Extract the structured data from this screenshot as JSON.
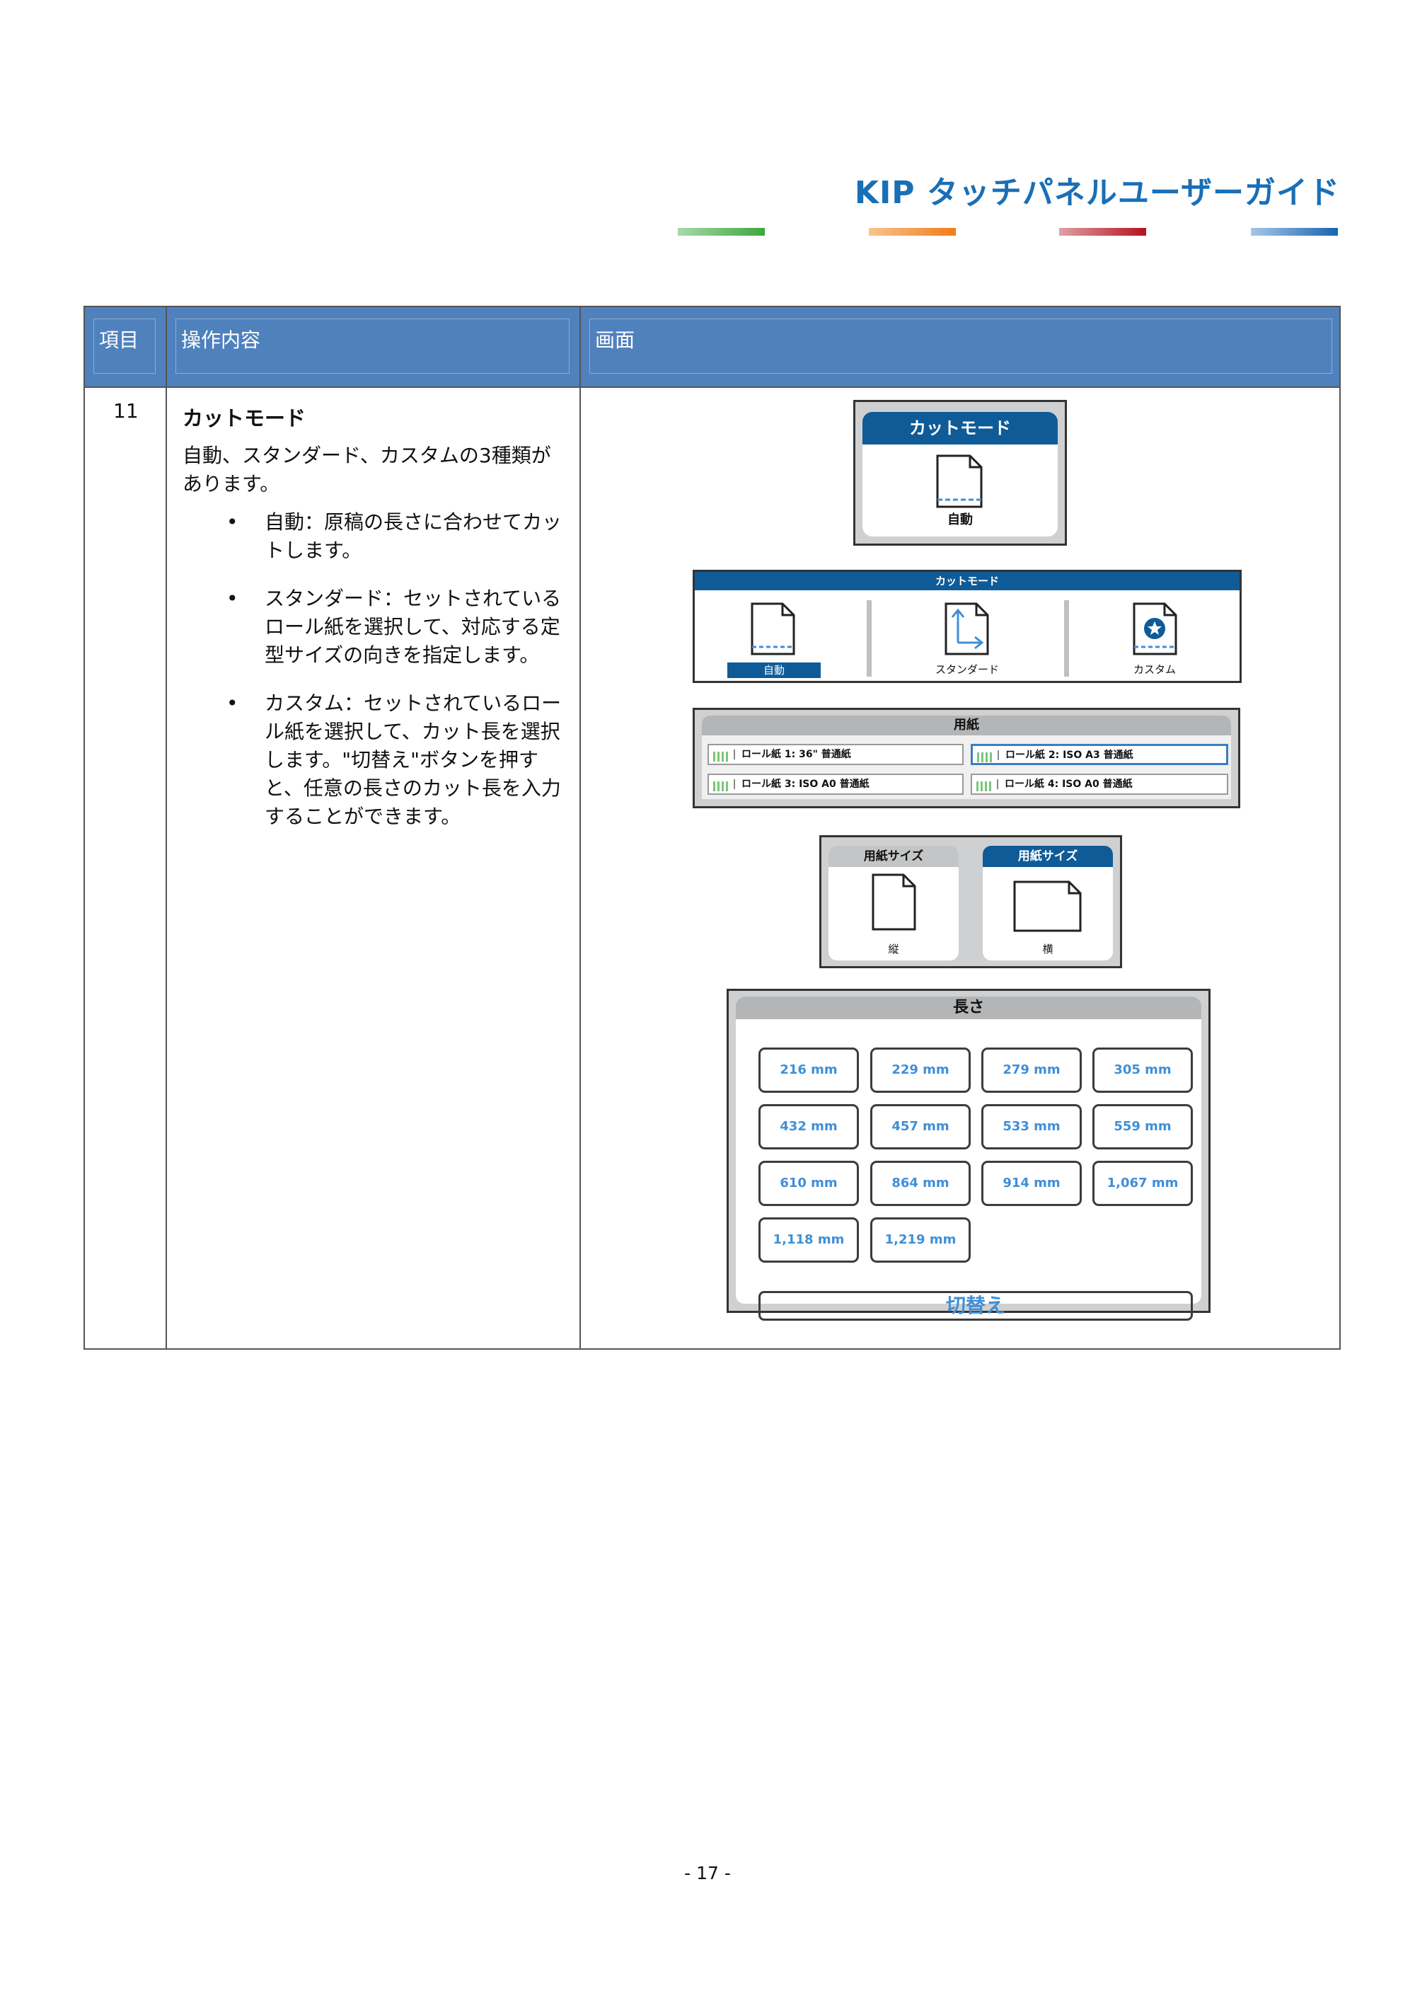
{
  "header": {
    "title": "KIP タッチパネルユーザーガイド"
  },
  "table": {
    "headers": [
      "項目",
      "操作内容",
      "画面"
    ],
    "row": {
      "number": "11",
      "title": "カットモード",
      "intro": "自動、スタンダード、カスタムの3種類があります。",
      "bullets": [
        "自動：原稿の長さに合わせてカットします。",
        "スタンダード：セットされているロール紙を選択して、対応する定型サイズの向きを指定します。",
        "カスタム：セットされているロール紙を選択して、カット長を選択します。\"切替え\"ボタンを押すと、任意の長さのカット長を入力することができます。"
      ]
    }
  },
  "screens": {
    "cut_mode_button": {
      "title": "カットモード",
      "label": "自動",
      "icon": "cut-document-icon"
    },
    "cut_mode_selector": {
      "title": "カットモード",
      "options": [
        {
          "label": "自動",
          "icon": "cut-document-icon",
          "selected": true
        },
        {
          "label": "スタンダード",
          "icon": "standard-arrows-icon",
          "selected": false
        },
        {
          "label": "カスタム",
          "icon": "custom-star-icon",
          "selected": false
        }
      ]
    },
    "paper": {
      "title": "用紙",
      "rolls": [
        {
          "label": "ロール紙 1: 36\" 普通紙",
          "selected": false
        },
        {
          "label": "ロール紙 2: ISO A3 普通紙",
          "selected": true
        },
        {
          "label": "ロール紙 3: ISO A0 普通紙",
          "selected": false
        },
        {
          "label": "ロール紙 4: ISO A0 普通紙",
          "selected": false
        }
      ]
    },
    "paper_size": {
      "options": [
        {
          "header": "用紙サイズ",
          "label": "縦",
          "selected": false
        },
        {
          "header": "用紙サイズ",
          "label": "横",
          "selected": true
        }
      ]
    },
    "length": {
      "title": "長さ",
      "values": [
        "216 mm",
        "229 mm",
        "279 mm",
        "305 mm",
        "432 mm",
        "457 mm",
        "533 mm",
        "559 mm",
        "610 mm",
        "864 mm",
        "914 mm",
        "1,067 mm",
        "1,118 mm",
        "1,219 mm"
      ],
      "switch_label": "切替え"
    }
  },
  "footer": {
    "page": "- 17 -"
  },
  "colors": {
    "title_blue": "#1a6fb5",
    "header_blue": "#4f81bd",
    "tab_blue": "#0f5b98",
    "value_blue": "#3f8fd8"
  }
}
